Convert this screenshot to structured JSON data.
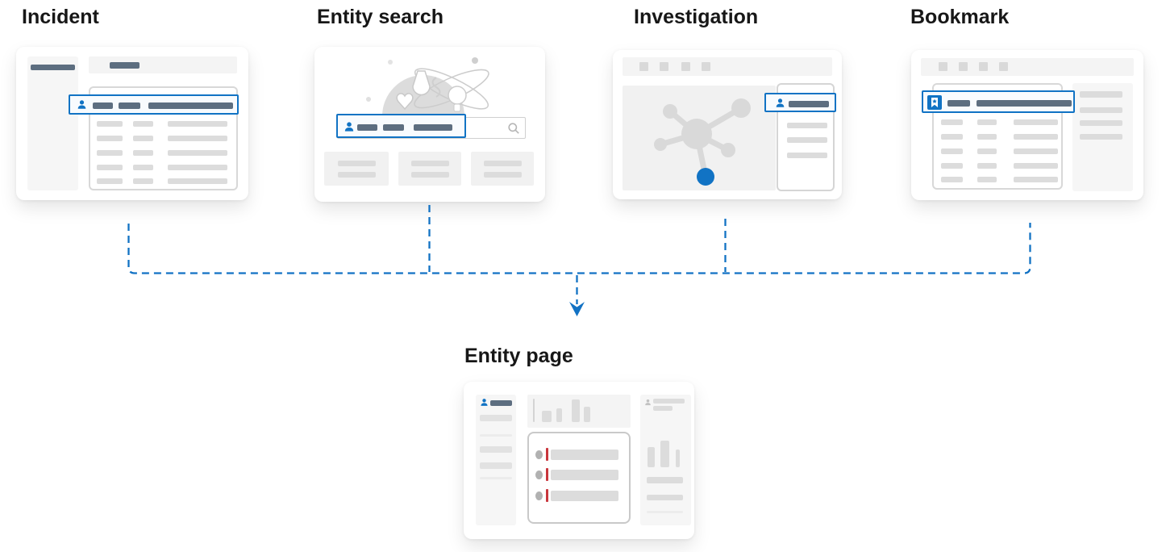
{
  "diagram": {
    "sources": [
      {
        "id": "incident",
        "label": "Incident"
      },
      {
        "id": "entity-search",
        "label": "Entity search"
      },
      {
        "id": "investigation",
        "label": "Investigation"
      },
      {
        "id": "bookmark",
        "label": "Bookmark"
      }
    ],
    "target": {
      "id": "entity-page",
      "label": "Entity page"
    },
    "colors": {
      "accent_blue": "#1173c4",
      "connector_blue": "#1272c4",
      "dark_placeholder_bar": "#5d6e80",
      "light_placeholder_bar": "#dcdcdc",
      "red_marker": "#c9363d",
      "panel_gray": "#f5f5f5"
    },
    "icons": {
      "selected_entity": "person-icon",
      "bookmark": "bookmark-icon",
      "search": "search-icon"
    }
  }
}
